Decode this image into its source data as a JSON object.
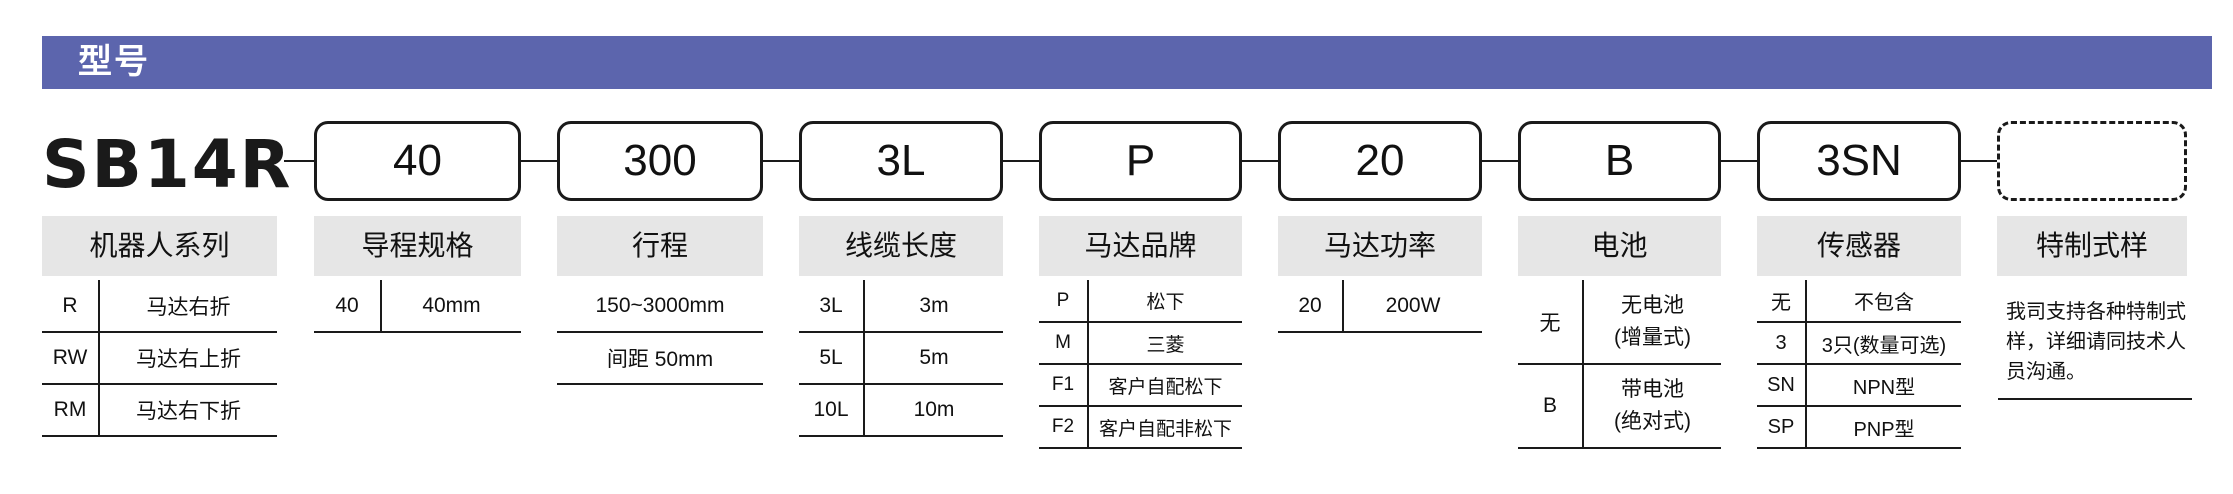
{
  "header": {
    "title": "型号"
  },
  "model_code": "SB14R",
  "codes": [
    "40",
    "300",
    "3L",
    "P",
    "20",
    "B",
    "3SN",
    ""
  ],
  "labels": {
    "series": "机器人系列",
    "lead": "导程规格",
    "stroke": "行程",
    "cable": "线缆长度",
    "motor": "马达品牌",
    "power": "马达功率",
    "battery": "电池",
    "sensor": "传感器",
    "custom": "特制式样"
  },
  "series": [
    {
      "key": "R",
      "value": "马达右折"
    },
    {
      "key": "RW",
      "value": "马达右上折"
    },
    {
      "key": "RM",
      "value": "马达右下折"
    }
  ],
  "lead": [
    {
      "key": "40",
      "value": "40mm"
    }
  ],
  "stroke": [
    {
      "value": "150~3000mm"
    },
    {
      "value": "间距 50mm"
    }
  ],
  "cable": [
    {
      "key": "3L",
      "value": "3m"
    },
    {
      "key": "5L",
      "value": "5m"
    },
    {
      "key": "10L",
      "value": "10m"
    }
  ],
  "motor": [
    {
      "key": "P",
      "value": "松下"
    },
    {
      "key": "M",
      "value": "三菱"
    },
    {
      "key": "F1",
      "value": "客户自配松下"
    },
    {
      "key": "F2",
      "value": "客户自配非松下"
    }
  ],
  "power": [
    {
      "key": "20",
      "value": "200W"
    }
  ],
  "battery": [
    {
      "key": "无",
      "value_line1": "无电池",
      "value_line2": "(增量式)"
    },
    {
      "key": "B",
      "value_line1": "带电池",
      "value_line2": "(绝对式)"
    }
  ],
  "sensor": [
    {
      "key": "无",
      "value": "不包含"
    },
    {
      "key": "3",
      "value": "3只(数量可选)"
    },
    {
      "key": "SN",
      "value": "NPN型"
    },
    {
      "key": "SP",
      "value": "PNP型"
    }
  ],
  "custom_note": "我司支持各种特制式样，详细请同技术人员沟通。"
}
